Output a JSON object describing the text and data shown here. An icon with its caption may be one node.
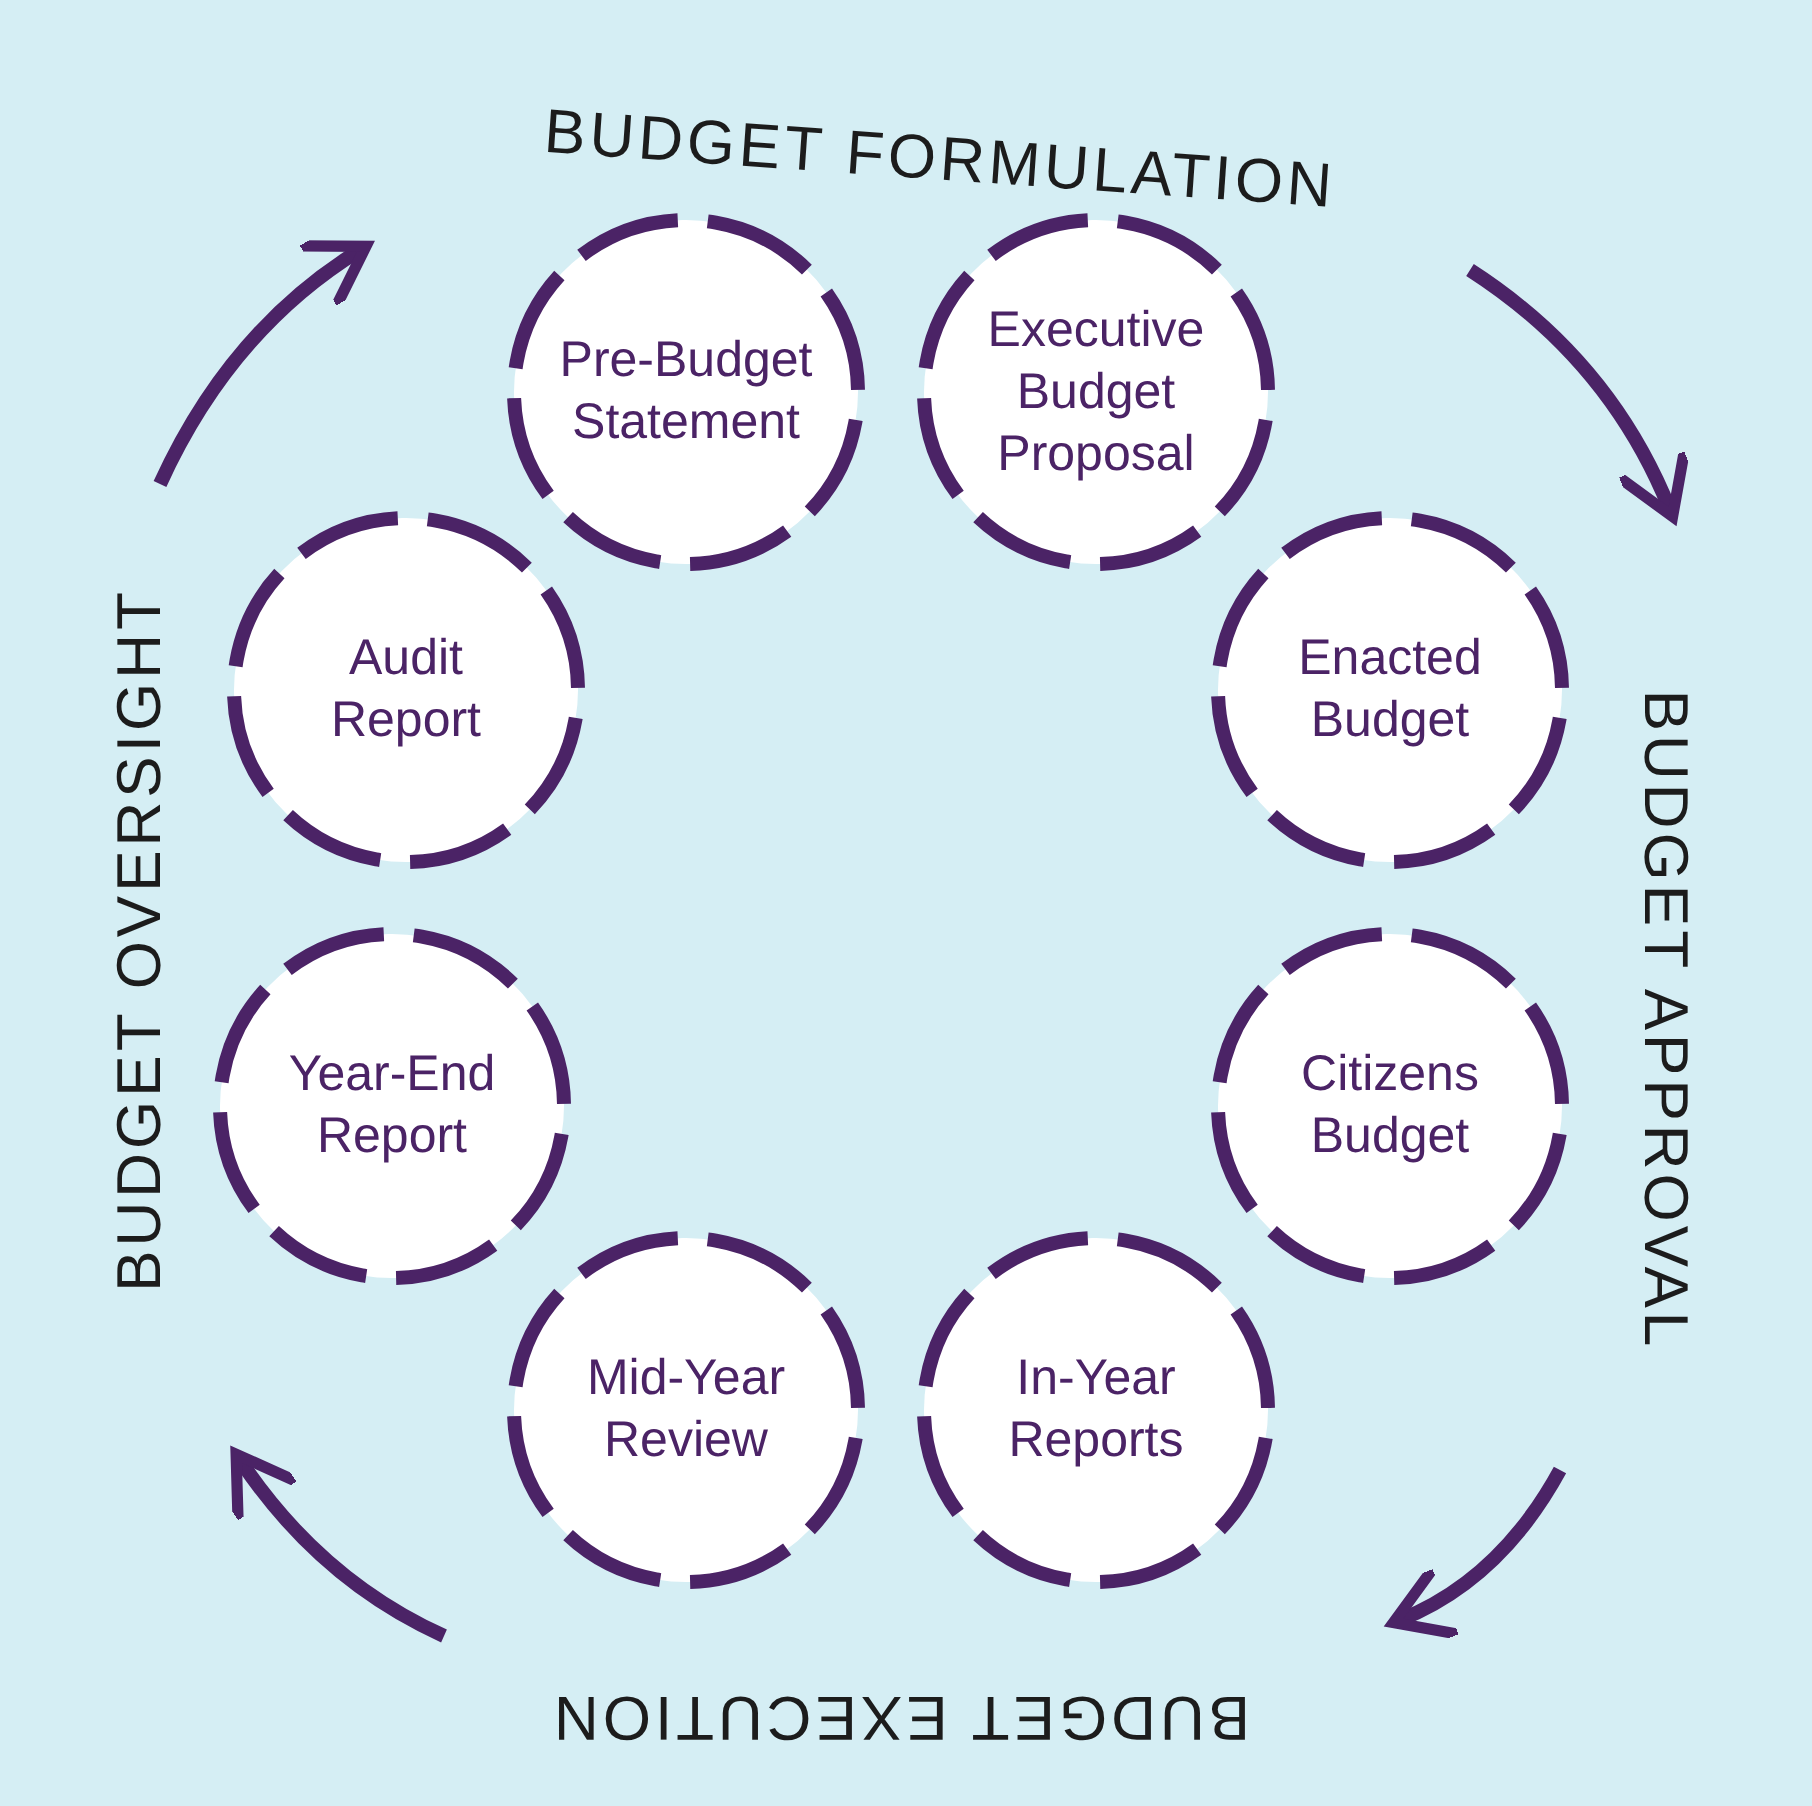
{
  "diagram": {
    "nodes": [
      {
        "text": [
          "Pre-Budget Statement"
        ]
      },
      {
        "text": [
          "Executive Budget Proposal"
        ]
      },
      {
        "text": [
          "Enacted Budget"
        ]
      },
      {
        "text": [
          "Citizens Budget"
        ]
      },
      {
        "text": [
          "In-Year Reports"
        ]
      },
      {
        "text": [
          "Mid-Year Review"
        ]
      },
      {
        "text": [
          "Year-End Report"
        ]
      },
      {
        "text": [
          "Audit Report"
        ]
      }
    ],
    "labels": [
      "BUDGET FORMULATION",
      "BUDGET APPROVAL",
      "BUDGET EXECUTION",
      "BUDGET OVERSIGHT"
    ]
  }
}
